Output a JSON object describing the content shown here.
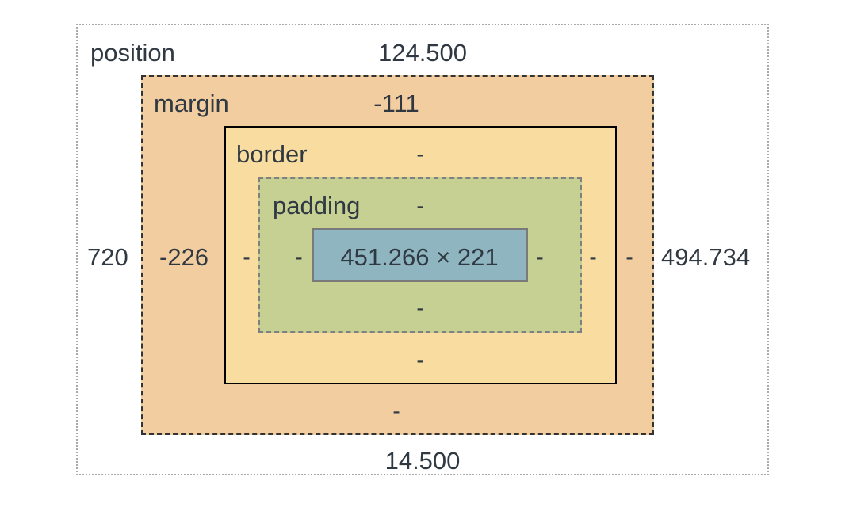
{
  "position": {
    "label": "position",
    "top": "124.500",
    "right": "494.734",
    "bottom": "14.500",
    "left": "720"
  },
  "margin": {
    "label": "margin",
    "top": "-111",
    "right": "-",
    "bottom": "-",
    "left": "-226"
  },
  "border": {
    "label": "border",
    "top": "-",
    "right": "-",
    "bottom": "-",
    "left": "-"
  },
  "padding": {
    "label": "padding",
    "top": "-",
    "right": "-",
    "bottom": "-",
    "left": "-"
  },
  "content": {
    "size": "451.266 × 221"
  },
  "colors": {
    "position_bg": "#ffffff",
    "margin_bg": "#f1cda0",
    "border_bg": "#f8dca0",
    "padding_bg": "#c6d092",
    "content_bg": "#8eb5c0"
  }
}
